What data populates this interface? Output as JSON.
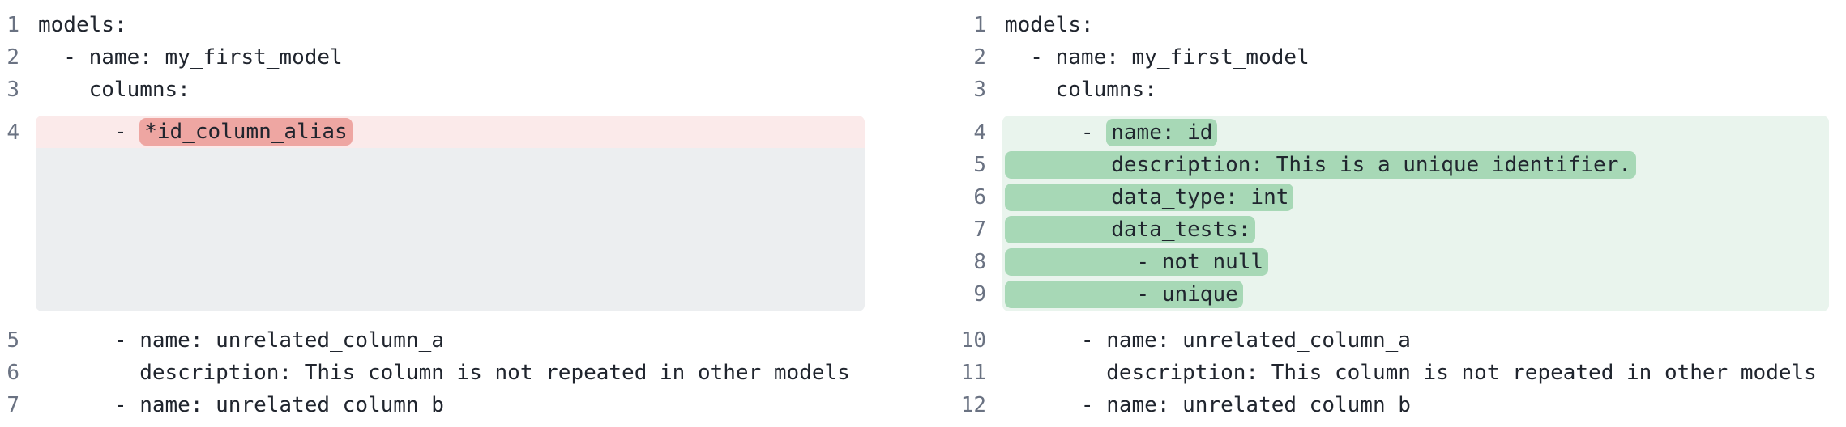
{
  "diff": {
    "colors": {
      "removed_line_bg": "#fbeaea",
      "removed_word_bg": "#eea6a2",
      "added_line_bg": "#e9f4ed",
      "added_word_bg": "#a7d8b6",
      "filler_bg": "#eceef0",
      "line_number": "#6a7282",
      "code_text": "#20252e"
    },
    "left": {
      "role": "original",
      "lines": [
        {
          "num": "1",
          "kind": "context",
          "segments": [
            {
              "text": "models:",
              "hl": false
            }
          ]
        },
        {
          "num": "2",
          "kind": "context",
          "segments": [
            {
              "text": "  - name: my_first_model",
              "hl": false
            }
          ]
        },
        {
          "num": "3",
          "kind": "context",
          "segments": [
            {
              "text": "    columns:",
              "hl": false
            }
          ]
        },
        {
          "num": "4",
          "kind": "removed",
          "segments": [
            {
              "text": "      - ",
              "hl": false
            },
            {
              "text": "*id_column_alias",
              "hl": true
            }
          ]
        },
        {
          "kind": "filler",
          "rows": 5
        },
        {
          "num": "5",
          "kind": "context",
          "segments": [
            {
              "text": "      - name: unrelated_column_a",
              "hl": false
            }
          ]
        },
        {
          "num": "6",
          "kind": "context",
          "segments": [
            {
              "text": "        description: This column is not repeated in other models",
              "hl": false
            }
          ]
        },
        {
          "num": "7",
          "kind": "context",
          "segments": [
            {
              "text": "      - name: unrelated_column_b",
              "hl": false
            }
          ]
        }
      ]
    },
    "right": {
      "role": "updated",
      "lines": [
        {
          "num": "1",
          "kind": "context",
          "segments": [
            {
              "text": "models:",
              "hl": false
            }
          ]
        },
        {
          "num": "2",
          "kind": "context",
          "segments": [
            {
              "text": "  - name: my_first_model",
              "hl": false
            }
          ]
        },
        {
          "num": "3",
          "kind": "context",
          "segments": [
            {
              "text": "    columns:",
              "hl": false
            }
          ]
        },
        {
          "num": "4",
          "kind": "added",
          "segments": [
            {
              "text": "      - ",
              "hl": false
            },
            {
              "text": "name: id",
              "hl": true
            }
          ]
        },
        {
          "num": "5",
          "kind": "added",
          "segments": [
            {
              "text": "        description: This is a unique identifier.",
              "hl": true
            }
          ]
        },
        {
          "num": "6",
          "kind": "added",
          "segments": [
            {
              "text": "        data_type: int",
              "hl": true
            }
          ]
        },
        {
          "num": "7",
          "kind": "added",
          "segments": [
            {
              "text": "        data_tests:",
              "hl": true
            }
          ]
        },
        {
          "num": "8",
          "kind": "added",
          "segments": [
            {
              "text": "          - not_null",
              "hl": true
            }
          ]
        },
        {
          "num": "9",
          "kind": "added",
          "segments": [
            {
              "text": "          - unique",
              "hl": true
            }
          ]
        },
        {
          "num": "10",
          "kind": "context",
          "segments": [
            {
              "text": "      - name: unrelated_column_a",
              "hl": false
            }
          ]
        },
        {
          "num": "11",
          "kind": "context",
          "segments": [
            {
              "text": "        description: This column is not repeated in other models",
              "hl": false
            }
          ]
        },
        {
          "num": "12",
          "kind": "context",
          "segments": [
            {
              "text": "      - name: unrelated_column_b",
              "hl": false
            }
          ]
        }
      ]
    }
  }
}
